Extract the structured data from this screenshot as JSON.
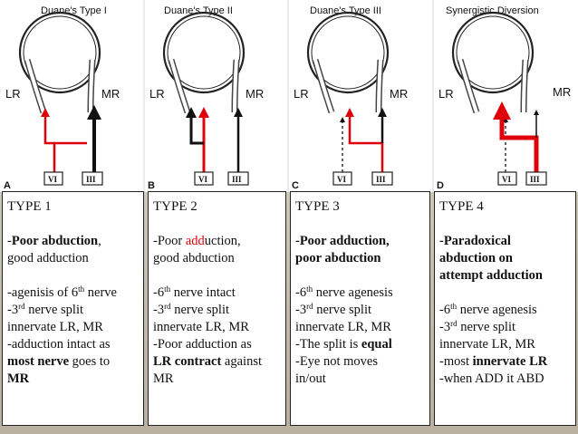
{
  "colors": {
    "nerve_black": "#111111",
    "nerve_red": "#e0000a",
    "background": "#c9c1b4"
  },
  "panels": [
    {
      "title": "Duane's Type I",
      "corner": "A",
      "lr": "LR",
      "mr": "MR",
      "box_left": "VI",
      "box_right": "III"
    },
    {
      "title": "Duane's Type II",
      "corner": "B",
      "lr": "LR",
      "mr": "MR",
      "box_left": "VI",
      "box_right": "III"
    },
    {
      "title": "Duane's Type III",
      "corner": "C",
      "lr": "LR",
      "mr": "MR",
      "box_left": "VI",
      "box_right": "III"
    },
    {
      "title": "Synergistic Diversion",
      "corner": "D",
      "lr": "LR",
      "mr": "MR",
      "box_left": "VI",
      "box_right": "III"
    }
  ],
  "columns": [
    {
      "head": "TYPE 1",
      "summary": [
        "-",
        "Poor abduction",
        ",",
        "good adduction"
      ],
      "l1a": "-agenisis of  6",
      "l1sup": "th",
      "l1b": " nerve",
      "l2a": "-3",
      "l2sup": "rd",
      "l2b": " nerve split",
      "l3": "innervate LR, MR",
      "l4": "-adduction intact as",
      "l5a": "most nerve",
      "l5b": " goes to",
      "l6": "MR"
    },
    {
      "head": "TYPE 2",
      "summary": [
        "-Poor ",
        "add",
        "uction,",
        "good abduction"
      ],
      "l1a": "-6",
      "l1sup": "th",
      "l1b": " nerve intact",
      "l2a": "-3",
      "l2sup": "rd",
      "l2b": " nerve split",
      "l3": "innervate LR, MR",
      "l4": "-Poor adduction as",
      "l5a": "LR contract",
      "l5b": " against",
      "l6": "MR"
    },
    {
      "head": "TYPE 3",
      "summary": [
        "-Poor adduction,",
        "poor abduction"
      ],
      "l1a": "-6",
      "l1sup": "th",
      "l1b": " nerve agenesis",
      "l2a": "-3",
      "l2sup": "rd",
      "l2b": " nerve split",
      "l3": "innervate LR, MR",
      "l4a": "-The split is ",
      "l4b": "equal",
      "l5": "-Eye not moves",
      "l6": "in/out"
    },
    {
      "head": "TYPE 4",
      "summary": [
        "-Paradoxical",
        "abduction on",
        "attempt adduction"
      ],
      "l1a": "-6",
      "l1sup": "th",
      "l1b": " nerve agenesis",
      "l2a": "-3",
      "l2sup": "rd",
      "l2b": " nerve split",
      "l3": "innervate LR, MR",
      "l4a": "-most ",
      "l4b": "innervate LR",
      "l5": "-when ADD it ABD"
    }
  ]
}
